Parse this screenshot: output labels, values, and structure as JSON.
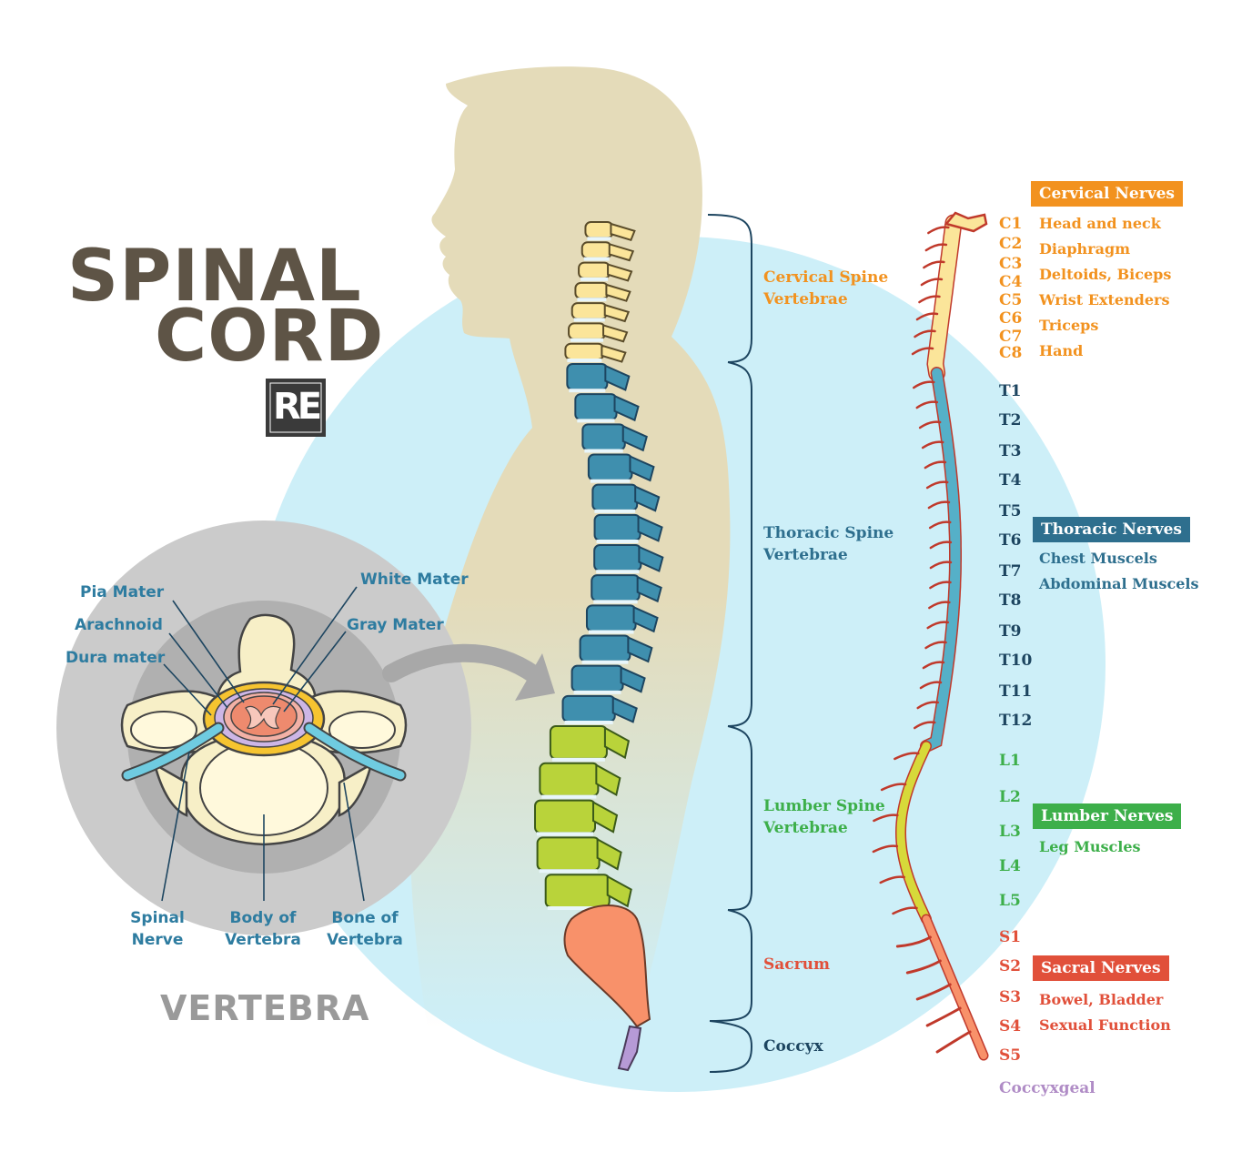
{
  "title": {
    "line1": "SPINAL",
    "line2": "CORD"
  },
  "logo": {
    "text": "RE"
  },
  "vertebra": {
    "title": "VERTEBRA",
    "labels": {
      "pia_mater": "Pia Mater",
      "arachnoid": "Arachnoid",
      "dura_mater": "Dura mater",
      "white_mater": "White Mater",
      "gray_mater": "Gray Mater",
      "spinal_nerve": [
        "Spinal",
        "Nerve"
      ],
      "body_of_vertebra": [
        "Body of",
        "Vertebra"
      ],
      "bone_of_vertebra": [
        "Bone of",
        "Vertebra"
      ]
    }
  },
  "regions": {
    "cervical": [
      "Cervical Spine",
      "Vertebrae"
    ],
    "thoracic": [
      "Thoracic Spine",
      "Vertebrae"
    ],
    "lumbar": [
      "Lumber Spine",
      "Vertebrae"
    ],
    "sacrum": "Sacrum",
    "coccyx": "Coccyx"
  },
  "segments": {
    "cervical": [
      "C1",
      "C2",
      "C3",
      "C4",
      "C5",
      "C6",
      "C7",
      "C8"
    ],
    "thoracic": [
      "T1",
      "T2",
      "T3",
      "T4",
      "T5",
      "T6",
      "T7",
      "T8",
      "T9",
      "T10",
      "T11",
      "T12"
    ],
    "lumbar": [
      "L1",
      "L2",
      "L3",
      "L4",
      "L5"
    ],
    "sacral": [
      "S1",
      "S2",
      "S3",
      "S4",
      "S5"
    ],
    "coccygeal": "Coccyxgeal"
  },
  "nerves": {
    "cervical": {
      "header": "Cervical Nerves",
      "functions": [
        "Head and neck",
        "Diaphragm",
        "Deltoids, Biceps",
        "Wrist Extenders",
        "Triceps",
        "Hand"
      ]
    },
    "thoracic": {
      "header": "Thoracic Nerves",
      "functions": [
        "Chest Muscels",
        "Abdominal Muscels"
      ]
    },
    "lumbar": {
      "header": "Lumber Nerves",
      "functions": [
        "Leg Muscles"
      ]
    },
    "sacral": {
      "header": "Sacral Nerves",
      "functions": [
        "Bowel, Bladder",
        "Sexual Function"
      ]
    }
  },
  "colors": {
    "cervical": "#f2921f",
    "thoracic": "#2e6f8e",
    "lumbar": "#3daf4a",
    "sacral": "#e1503a",
    "coccygeal": "#b08cc6",
    "dark_navy": "#1d4560",
    "title": "#5e5446",
    "body_silhouette": "#e4dbb9",
    "background_circle": "#cdeff8"
  }
}
